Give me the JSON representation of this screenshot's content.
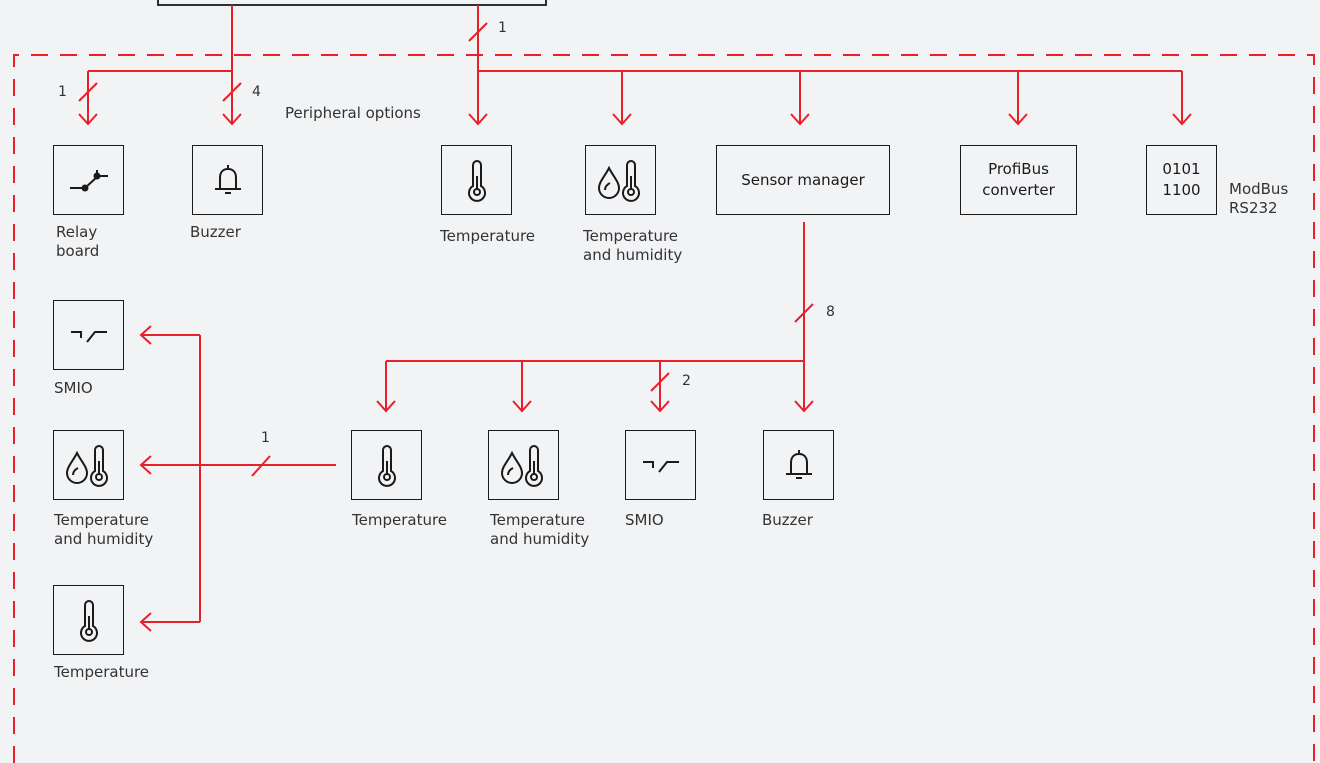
{
  "colors": {
    "wire": "#e8202a",
    "boundary": "#e8202a",
    "box_border": "#1a1a1a",
    "background": "#f2f3f5",
    "text": "#333333"
  },
  "diagram": {
    "section_label": "Peripheral options",
    "bus_counts": {
      "relay": "1",
      "buzzer_top": "4",
      "main": "1",
      "sensor_manager": "8",
      "smio": "2",
      "chain": "1"
    },
    "nodes": {
      "relay": {
        "label": "Relay\nboard",
        "icon": "relay-switch-icon"
      },
      "buzzer_top": {
        "label": "Buzzer",
        "icon": "bell-icon"
      },
      "temp_top": {
        "label": "Temperature",
        "icon": "thermometer-icon"
      },
      "temphum_top": {
        "label": "Temperature\nand humidity",
        "icon": "droplet-thermometer-icon"
      },
      "sensor_manager": {
        "text": "Sensor manager"
      },
      "profibus": {
        "text": "ProfiBus\nconverter"
      },
      "modbus": {
        "text": "0101\n1100",
        "label": "ModBus\nRS232"
      },
      "temp_mid": {
        "label": "Temperature",
        "icon": "thermometer-icon"
      },
      "temphum_mid": {
        "label": "Temperature\nand humidity",
        "icon": "droplet-thermometer-icon"
      },
      "smio_mid": {
        "label": "SMIO",
        "icon": "smio-switch-icon"
      },
      "buzzer_mid": {
        "label": "Buzzer",
        "icon": "bell-icon"
      },
      "smio_left": {
        "label": "SMIO",
        "icon": "smio-switch-icon"
      },
      "temphum_left": {
        "label": "Temperature\nand humidity",
        "icon": "droplet-thermometer-icon"
      },
      "temp_left": {
        "label": "Temperature",
        "icon": "thermometer-icon"
      }
    }
  }
}
